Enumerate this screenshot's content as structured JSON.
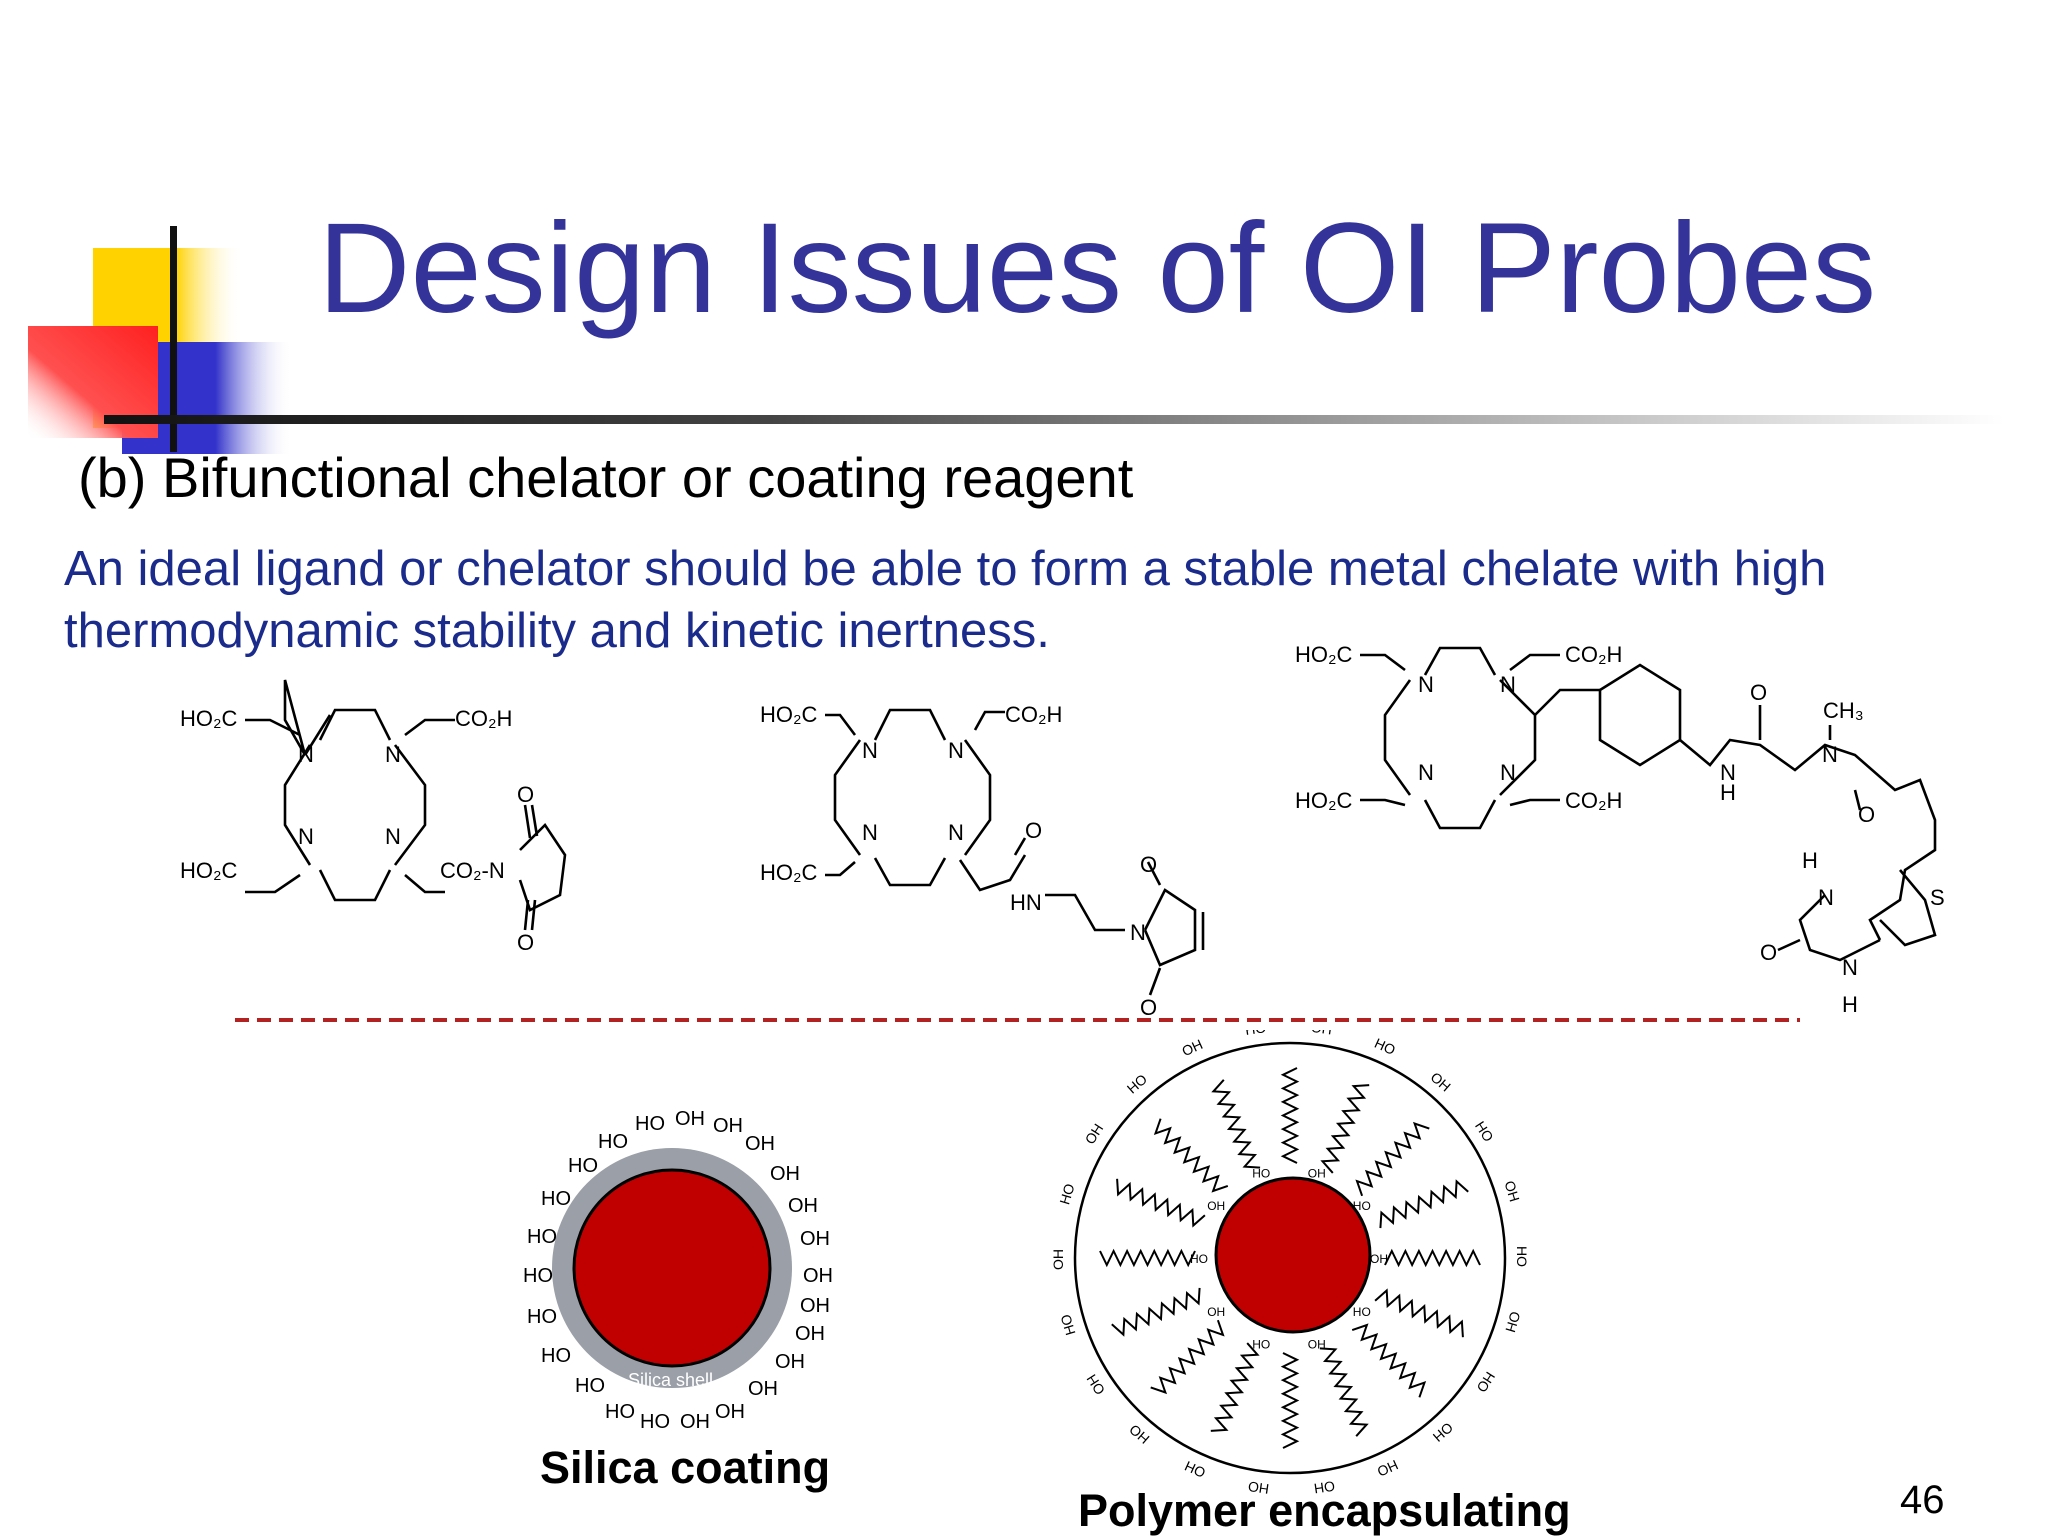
{
  "slide": {
    "title": "Design Issues of OI Probes",
    "subtitle": "(b) Bifunctional chelator or coating reagent",
    "body": "An ideal ligand or chelator should be able to form a stable metal chelate with high thermodynamic stability and kinetic inertness.",
    "page_number": "46",
    "colors": {
      "title": "#33339a",
      "body": "#1a2b8c",
      "divider": "#b22222",
      "core": "#c00000",
      "shell": "#9a9fa8"
    }
  },
  "structures": {
    "s1": {
      "ho2c_top": "HO₂C",
      "co2h_top": "CO₂H",
      "ho2c_bottom": "HO₂C",
      "co2n": "CO₂-N",
      "n": "N",
      "o": "O"
    },
    "s2": {
      "ho2c_top": "HO₂C",
      "co2h_top": "CO₂H",
      "ho2c_bottom": "HO₂C",
      "hn": "HN",
      "n": "N",
      "o": "O"
    },
    "s3": {
      "ho2c_top": "HO₂C",
      "co2h_top": "CO₂H",
      "ho2c_bottom": "HO₂C",
      "co2h_bottom": "CO₂H",
      "ch3": "CH₃",
      "n": "N",
      "h": "H",
      "s": "S",
      "o": "O"
    }
  },
  "nanoparticles": {
    "silica": {
      "caption": "Silica coating",
      "shell_label": "Silica shell",
      "ho": "HO",
      "oh": "OH"
    },
    "polymer": {
      "caption": "Polymer encapsulating",
      "ho": "HO",
      "oh": "OH"
    }
  }
}
